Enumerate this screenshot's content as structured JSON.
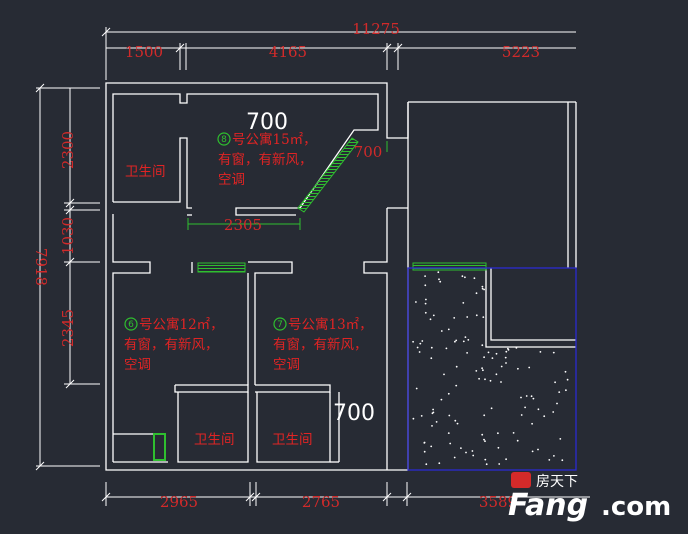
{
  "dims": {
    "total_width": "11275",
    "top_1": "1500",
    "top_2": "4165",
    "top_3": "5223",
    "bottom_1": "2965",
    "bottom_2": "2765",
    "bottom_3": "3589",
    "left_total": "7918",
    "left_1": "2300",
    "left_2": "1030",
    "left_3": "2345",
    "inner_corridor": "2305",
    "diag_700": "700"
  },
  "labels": {
    "big_700_top": "700",
    "big_700_bottom": "700"
  },
  "rooms": {
    "apt8": {
      "num": "8",
      "line1": "号公寓15㎡，",
      "line2": "有窗，有新风，",
      "line3": "空调"
    },
    "apt6": {
      "num": "6",
      "line1": "号公寓12㎡，",
      "line2": "有窗，有新风，",
      "line3": "空调"
    },
    "apt7": {
      "num": "7",
      "line1": "号公寓13㎡，",
      "line2": "有窗，有新风，",
      "line3": "空调"
    },
    "bath_top": "卫生间",
    "bath_left": "卫生间",
    "bath_right": "卫生间"
  },
  "watermark": {
    "brand_cn": "房天下",
    "brand_en": "Fang",
    "domain": ".com"
  },
  "colors": {
    "background": "#272b34",
    "wall": "#ffffff",
    "dimension_text": "#d12a2a",
    "room_text": "#e02424",
    "window": "#2fbf2f",
    "hatch_border": "#2b2bd0"
  }
}
